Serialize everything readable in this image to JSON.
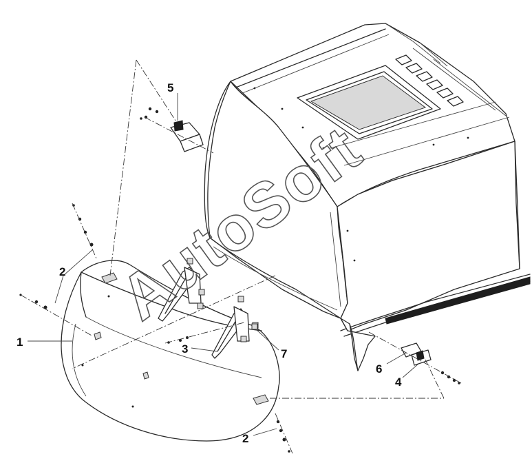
{
  "diagram": {
    "callouts": [
      {
        "id": "c5",
        "label": "5"
      },
      {
        "id": "c2a",
        "label": "2"
      },
      {
        "id": "c1",
        "label": "1"
      },
      {
        "id": "c3",
        "label": "3"
      },
      {
        "id": "c7",
        "label": "7"
      },
      {
        "id": "c6",
        "label": "6"
      },
      {
        "id": "c4",
        "label": "4"
      },
      {
        "id": "c2b",
        "label": "2"
      }
    ]
  },
  "watermark": {
    "text": "AutoSoft"
  }
}
